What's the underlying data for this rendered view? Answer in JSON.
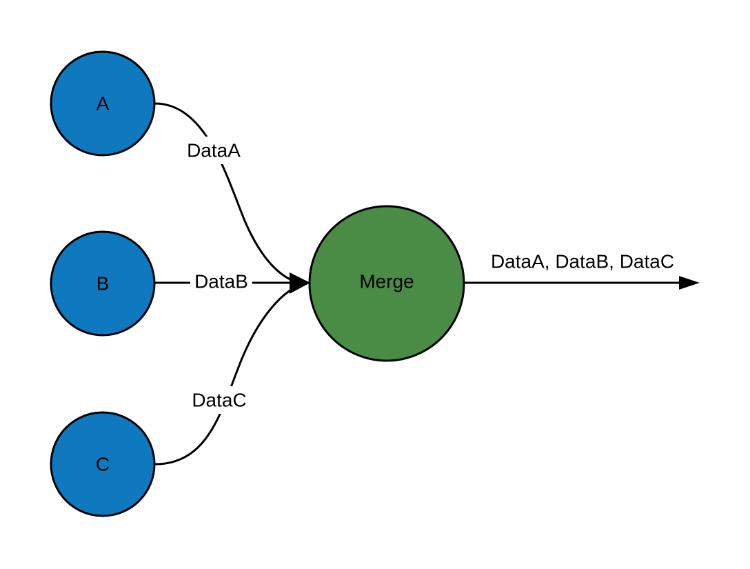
{
  "colors": {
    "source_node": "#0f79bf",
    "merge_node": "#4a8c45",
    "stroke": "#000000",
    "background": "#ffffff"
  },
  "nodes": {
    "a": {
      "label": "A"
    },
    "b": {
      "label": "B"
    },
    "c": {
      "label": "C"
    },
    "merge": {
      "label": "Merge"
    }
  },
  "edges": {
    "a_to_merge": {
      "label": "DataA"
    },
    "b_to_merge": {
      "label": "DataB"
    },
    "c_to_merge": {
      "label": "DataC"
    },
    "merge_output": {
      "label": "DataA, DataB, DataC"
    }
  }
}
